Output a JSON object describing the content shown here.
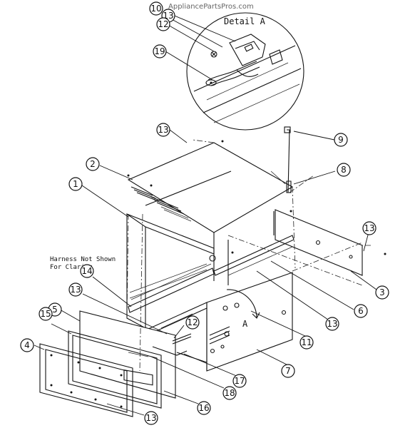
{
  "watermark": "AppliancePartsPros.com",
  "detail_title": "Detail A",
  "section_marker": "A",
  "note": {
    "line1": "Harness Not Shown",
    "line2": "For Clarity"
  },
  "callouts": {
    "c1": "1",
    "c2": "2",
    "c3": "3",
    "c4": "4",
    "c5": "5",
    "c6": "6",
    "c7": "7",
    "c8": "8",
    "c9": "9",
    "c10": "10",
    "c11": "11",
    "c12": "12",
    "c13": "13",
    "c14": "14",
    "c15": "15",
    "c16": "16",
    "c17": "17",
    "c18": "18",
    "c19": "19"
  }
}
